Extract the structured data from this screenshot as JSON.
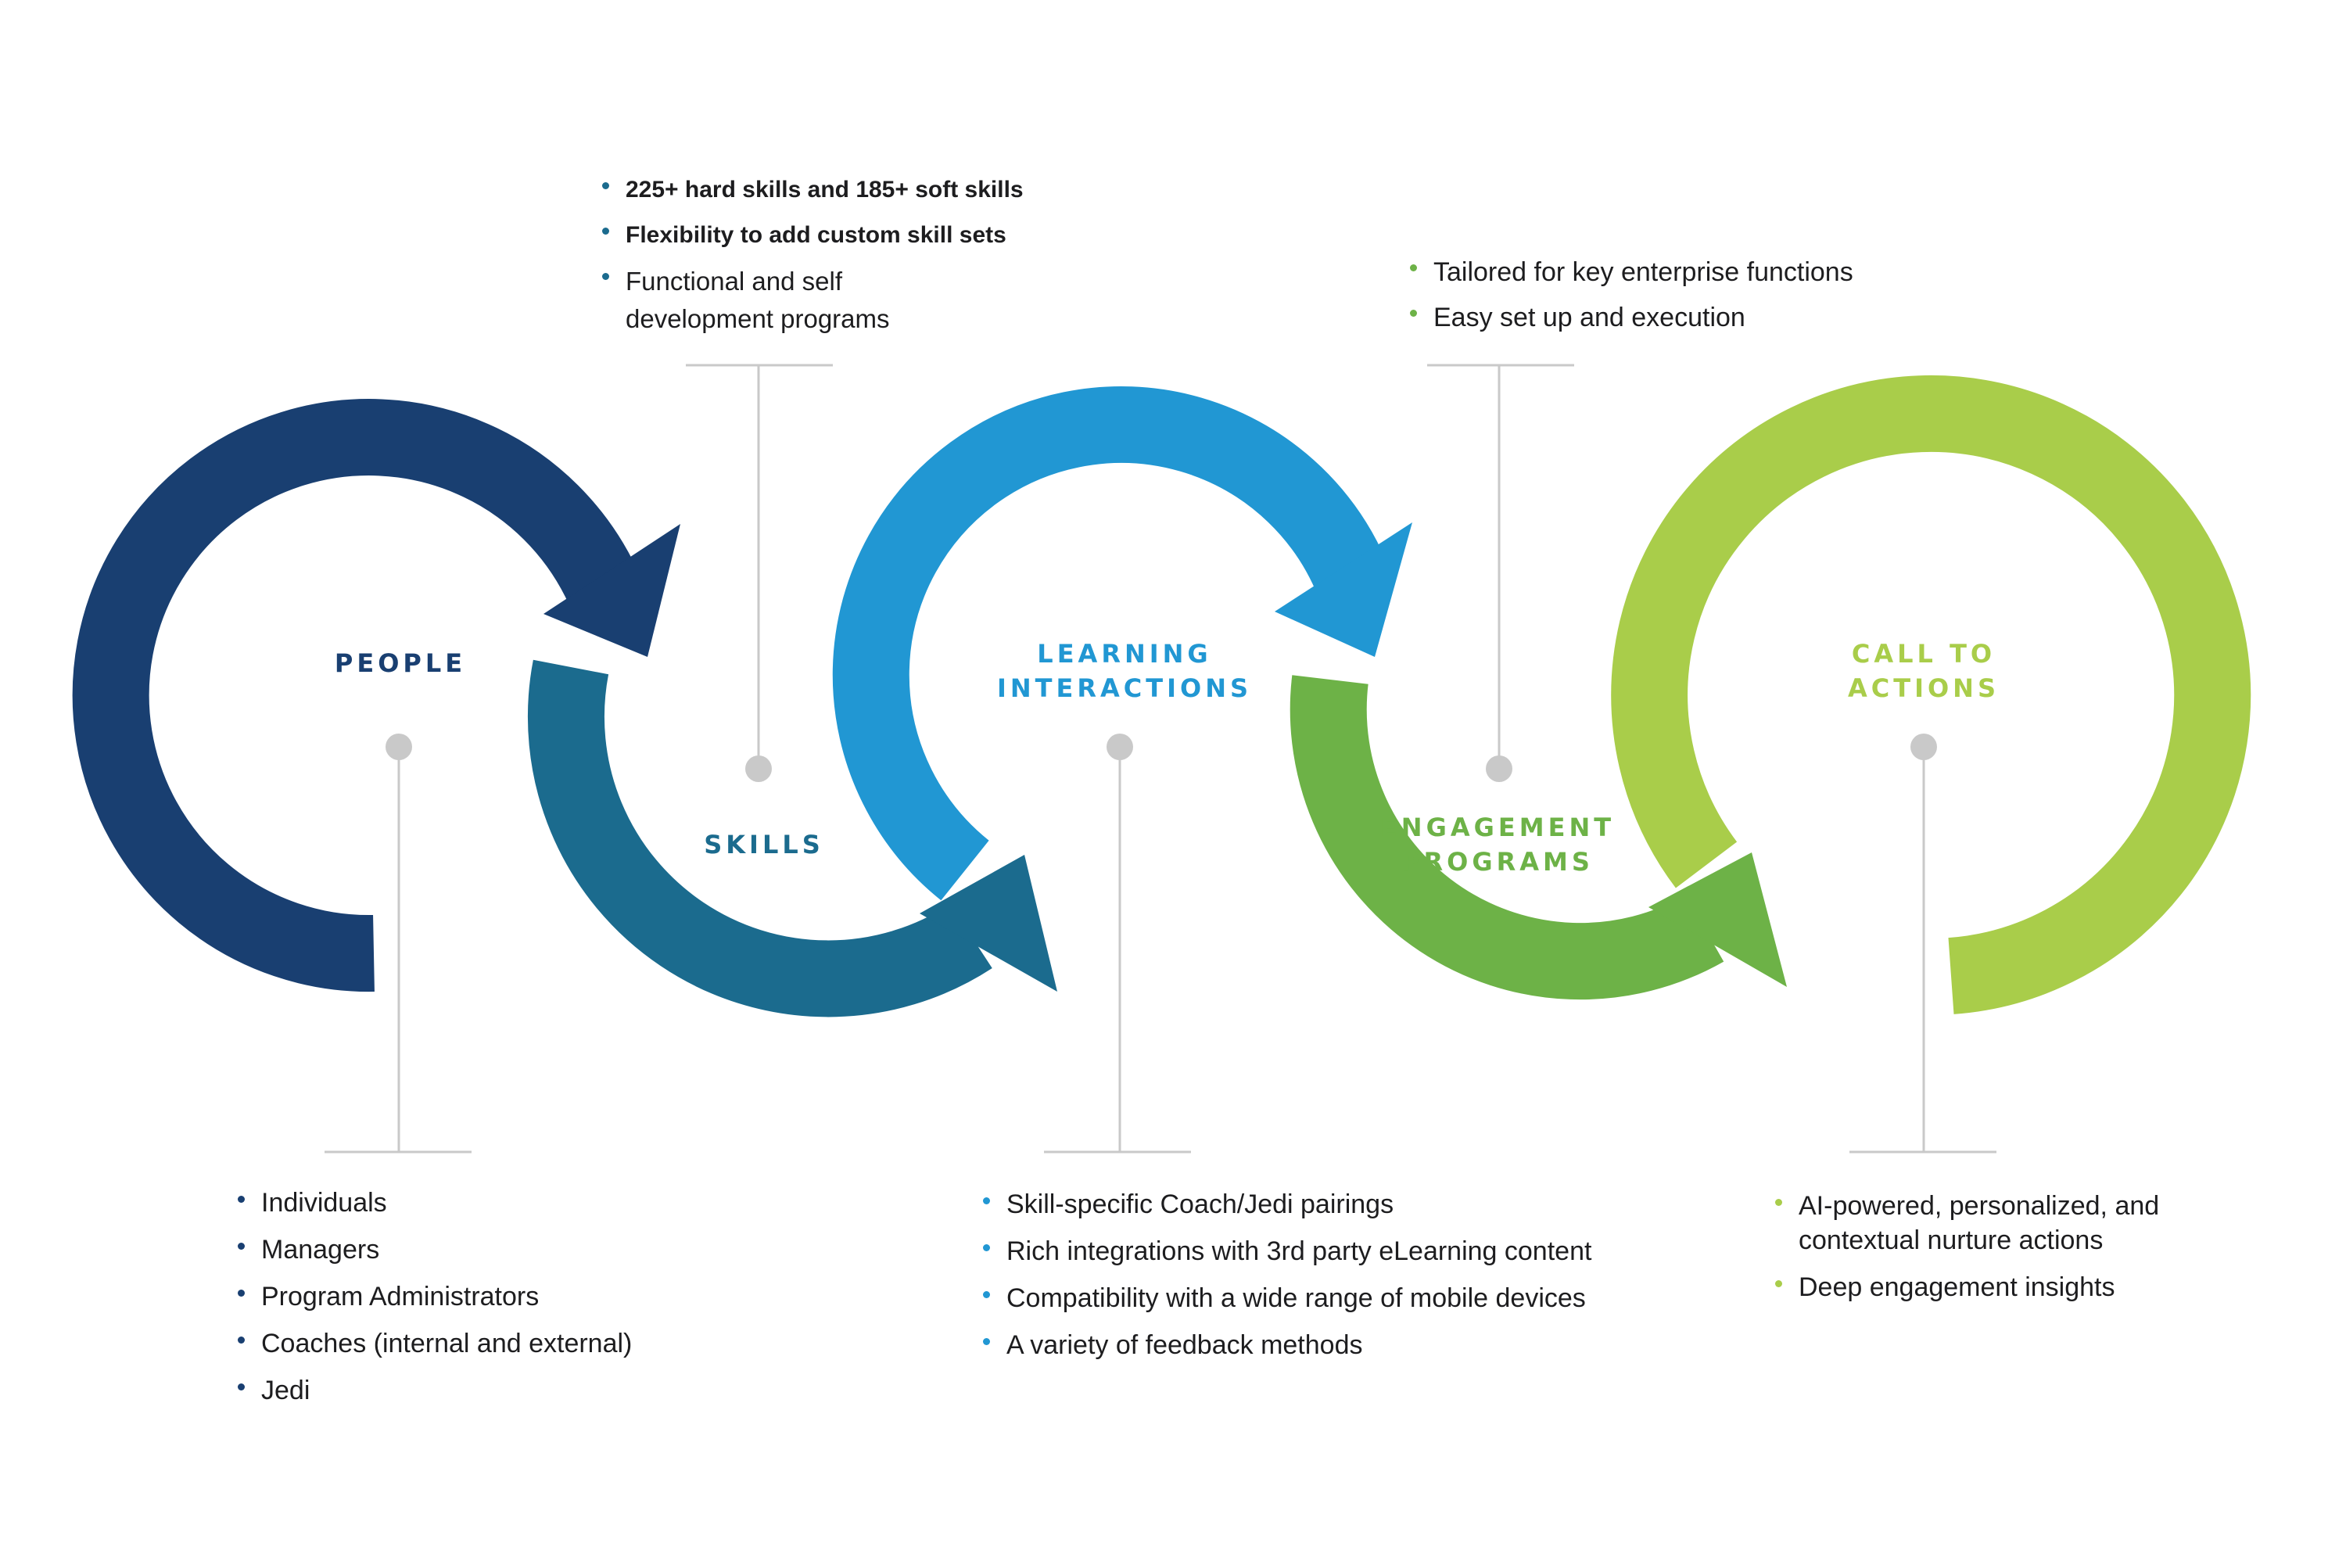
{
  "colors": {
    "people": "#193f71",
    "skills": "#1b6b8e",
    "learning": "#2197d3",
    "engagement": "#6db247",
    "call_to_actions": "#a9cd4a",
    "connector": "#c9c9c9"
  },
  "stages": {
    "people": {
      "title": "PEOPLE",
      "bullets": [
        "Individuals",
        "Managers",
        "Program Administrators",
        "Coaches (internal and external)",
        "Jedi"
      ]
    },
    "skills": {
      "title": "SKILLS",
      "bullets": [
        "225+ hard skills and 185+ soft skills",
        "Flexibility to add custom skill sets",
        "Functional and self\ndevelopment programs"
      ]
    },
    "learning": {
      "title": "LEARNING\nINTERACTIONS",
      "bullets": [
        "Skill-specific Coach/Jedi pairings",
        "Rich integrations with 3rd party eLearning content",
        "Compatibility with a wide range of mobile devices",
        "A variety of feedback methods"
      ]
    },
    "engagement": {
      "title": "ENGAGEMENT\nPROGRAMS",
      "bullets": [
        "Tailored for key enterprise functions",
        "Easy set up and execution"
      ]
    },
    "call_to_actions": {
      "title": "CALL TO\nACTIONS",
      "bullets": [
        "AI-powered, personalized, and\ncontextual nurture actions",
        "Deep engagement insights"
      ]
    }
  }
}
